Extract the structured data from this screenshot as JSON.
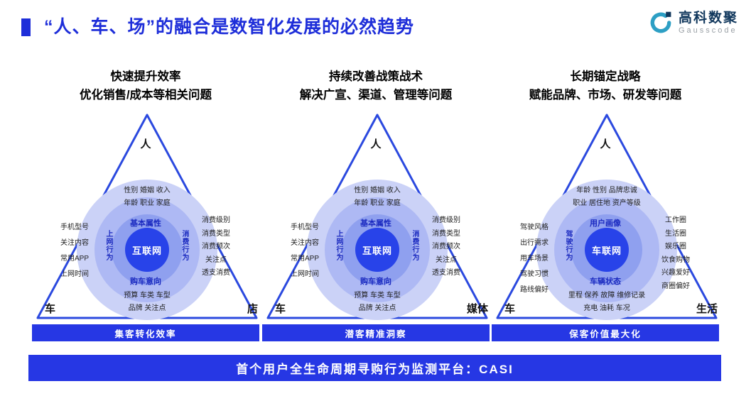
{
  "page": {
    "title": "“人、车、场”的融合是数智化发展的必然趋势"
  },
  "logo": {
    "name": "高科数聚",
    "subname": "Gausscode"
  },
  "colors": {
    "accent": "#1E2ED9",
    "bar": "#2637E4",
    "triangle": "#2B49DF",
    "circle_outer": "#CBD2F7",
    "circle_mid": "#AEB9F4",
    "circle_inner": "#8FA0EF",
    "circle_center": "#2843E9",
    "ring_label": "#1B2AC0",
    "logo_teal": "#2D9FC4",
    "logo_navy": "#10375C"
  },
  "bottom_bar": {
    "label": "首个用户全生命周期寻购行为监测平台：CASI"
  },
  "columns": [
    {
      "heading_line1": "快速提升效率",
      "heading_line2": "优化销售/成本等相关问题",
      "triangle": {
        "top": "人",
        "bottom_left": "车",
        "bottom_right": "店"
      },
      "diagram": {
        "center": "互联网",
        "ring_top": "基本属性",
        "ring_bottom": "购车意向",
        "ring_left": "上网行为",
        "ring_right": "消费行为",
        "top_labels": "性别  婚姻  收入\n年龄  职业  家庭",
        "left_labels": "手机型号\n关注内容\n常用APP\n上网时间",
        "right_labels": "消费级别\n消费类型\n消费频次\n关注点\n透支消费",
        "bottom_labels": "预算  车类  车型\n品牌  关注点"
      },
      "bar_label": "集客转化效率"
    },
    {
      "heading_line1": "持续改善战策战术",
      "heading_line2": "解决广宣、渠道、管理等问题",
      "triangle": {
        "top": "人",
        "bottom_left": "车",
        "bottom_right": "媒体"
      },
      "diagram": {
        "center": "互联网",
        "ring_top": "基本属性",
        "ring_bottom": "购车意向",
        "ring_left": "上网行为",
        "ring_right": "消费行为",
        "top_labels": "性别  婚姻  收入\n年龄  职业  家庭",
        "left_labels": "手机型号\n关注内容\n常用APP\n上网时间",
        "right_labels": "消费级别\n消费类型\n消费频次\n关注点\n透支消费",
        "bottom_labels": "预算  车类  车型\n品牌  关注点"
      },
      "bar_label": "潜客精准洞察"
    },
    {
      "heading_line1": "长期锚定战略",
      "heading_line2": "赋能品牌、市场、研发等问题",
      "triangle": {
        "top": "人",
        "bottom_left": "车",
        "bottom_right": "生活"
      },
      "diagram": {
        "center": "车联网",
        "ring_top": "用户画像",
        "ring_bottom": "车辆状态",
        "ring_left": "驾驶行为",
        "ring_right": "",
        "top_labels": "年龄  性别  品牌忠诚\n职业  居住地  资产等级",
        "left_labels": "驾驶风格\n出行需求\n用车场景\n驾驶习惯\n路线偏好",
        "right_labels": "工作圈\n生活圈\n娱乐圈\n饮食购物\n兴趣爱好\n商圈偏好",
        "bottom_labels": "里程  保养  故障  维修记录\n充电  油耗  车况"
      },
      "bar_label": "保客价值最大化"
    }
  ]
}
